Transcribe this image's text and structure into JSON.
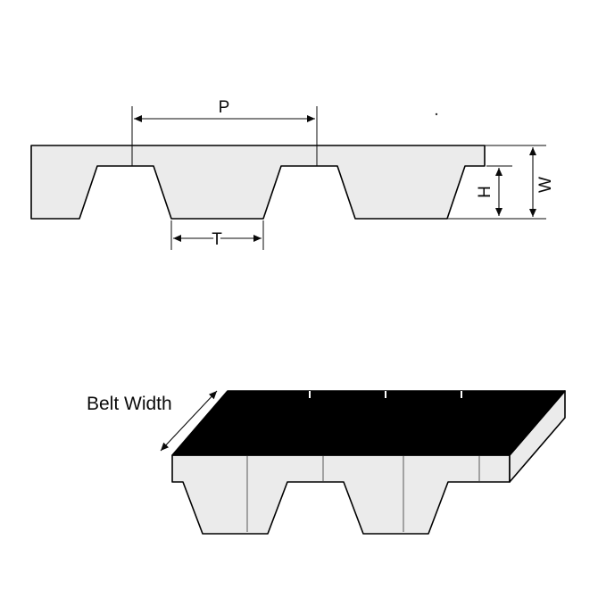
{
  "diagram": {
    "cross_section": {
      "pitch_label": "P",
      "tooth_label": "T",
      "height_label": "H",
      "thickness_label": "W"
    },
    "isometric": {
      "belt_width_label": "Belt Width"
    },
    "colors": {
      "belt_fill": "#ebebeb",
      "top_face": "#000000",
      "outline": "#000000",
      "background": "#ffffff"
    }
  }
}
